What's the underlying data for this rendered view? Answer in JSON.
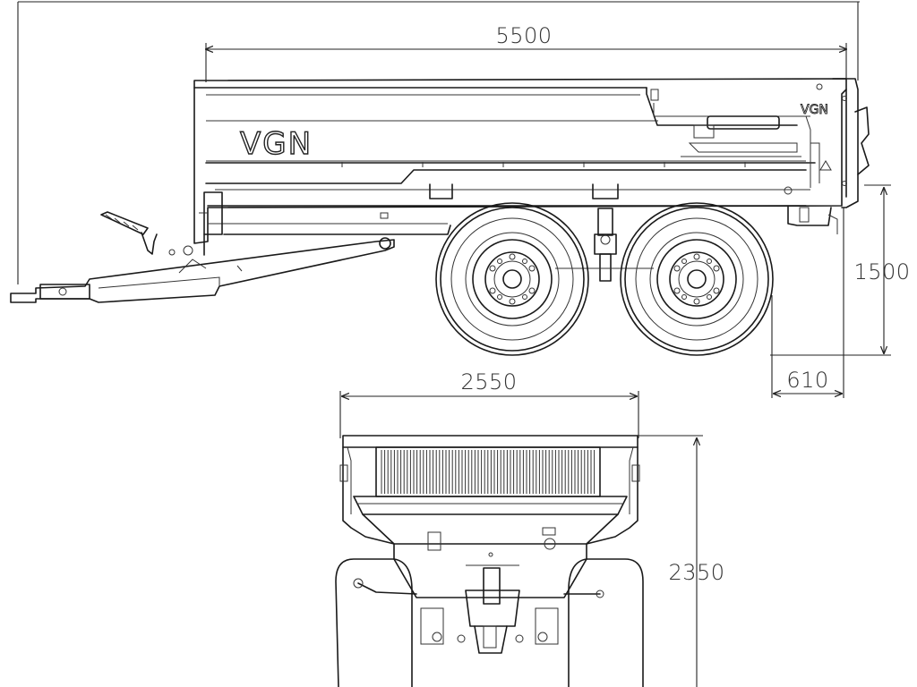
{
  "dimensions": {
    "overall_length": "5500",
    "height_bed": "1500",
    "rear_overhang": "610",
    "width": "2550",
    "total_height": "2350"
  },
  "branding": {
    "logo_text": "VGN"
  },
  "colors": {
    "line": "#1a1a1a",
    "background": "#ffffff"
  }
}
